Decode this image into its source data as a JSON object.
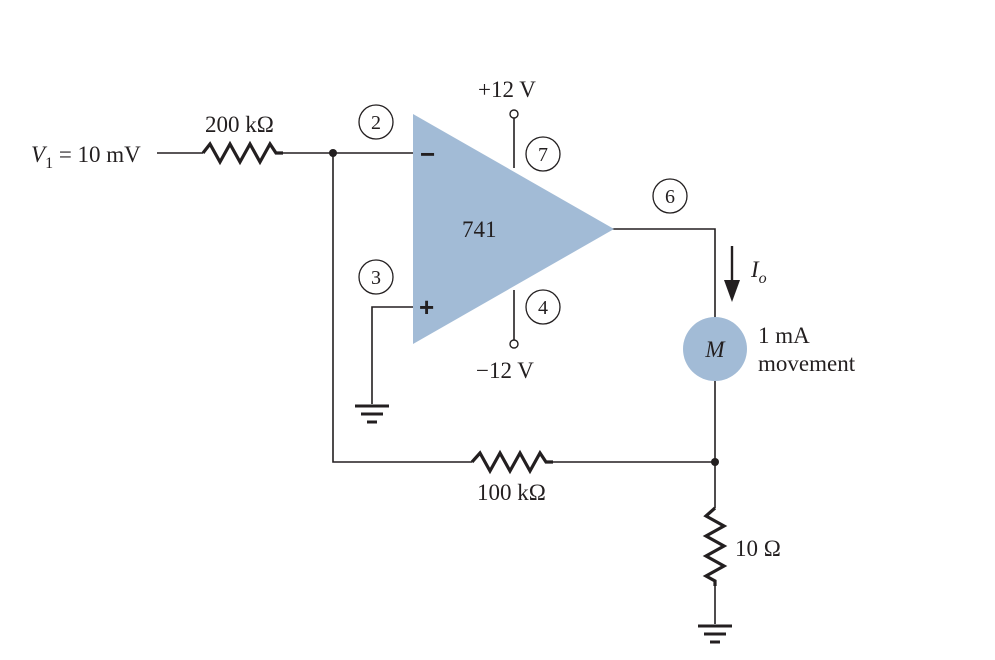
{
  "input": {
    "name": "V",
    "subscript": "1",
    "value_text": " = 10 mV"
  },
  "resistors": {
    "r_in": "200 kΩ",
    "r_feedback": "100 kΩ",
    "r_shunt": "10 Ω"
  },
  "opamp": {
    "label": "741",
    "inverting_sign": "−",
    "noninverting_sign": "+",
    "pins": {
      "inverting": "2",
      "noninverting": "3",
      "output": "6",
      "vplus": "7",
      "vminus": "4"
    }
  },
  "supplies": {
    "positive": "+12 V",
    "negative": "−12 V"
  },
  "current": {
    "name": "I",
    "subscript": "o"
  },
  "meter": {
    "symbol": "M",
    "rating": "1 mA",
    "description": "movement"
  },
  "colors": {
    "opamp_fill": "#a2bbd6",
    "meter_fill": "#a2bbd6",
    "wire": "#231f20"
  }
}
